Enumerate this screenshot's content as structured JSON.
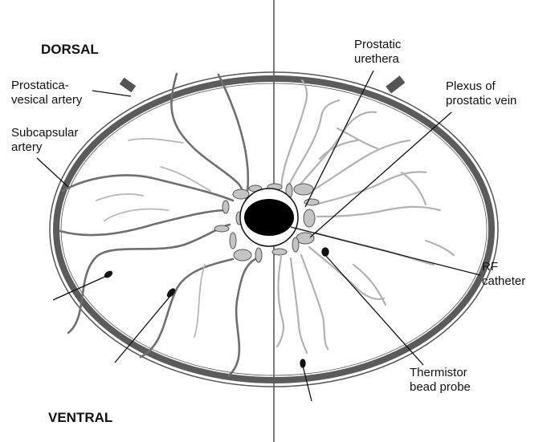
{
  "orientation": {
    "dorsal": "DORSAL",
    "ventral": "VENTRAL"
  },
  "labels": {
    "prostatica_vesical_artery": "Prostatica-\nvesical artery",
    "subcapsular_artery": "Subcapsular\nartery",
    "prostatic_urethra": "Prostatic\nurethera",
    "plexus_prostatic_vein": "Plexus of\nprostatic vein",
    "rf_catheter": "RF\ncatheter",
    "thermistor_bead_probe": "Thermistor\nbead probe"
  },
  "colors": {
    "capsule": "#5b5b5b",
    "artery": "#6f6f6f",
    "vein": "#b2b2b2",
    "sinus": "#c4c4c4",
    "catheter": "#000000",
    "line": "#111111"
  }
}
